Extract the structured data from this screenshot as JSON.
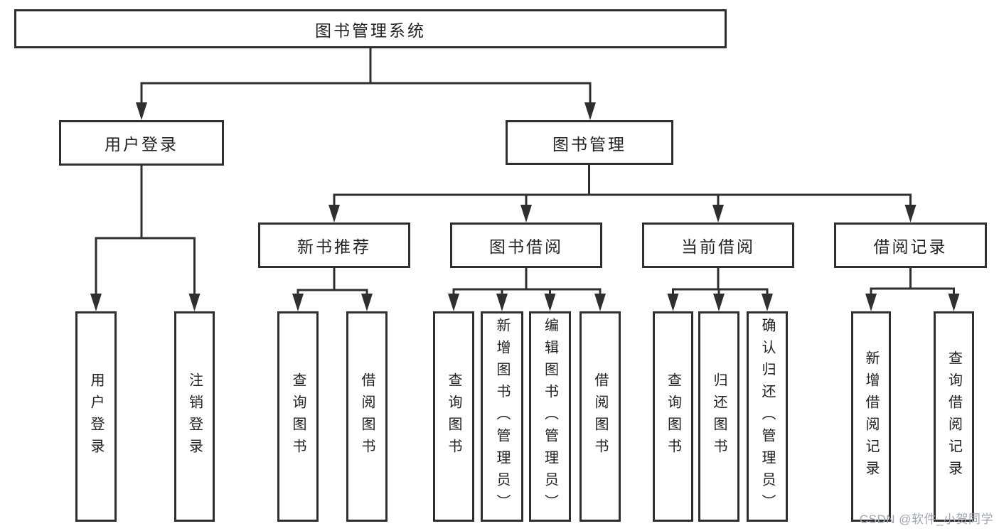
{
  "tree": {
    "root": "图书管理系统",
    "branches": [
      {
        "label": "用户登录",
        "children": [
          "用户登录",
          "注销登录"
        ]
      },
      {
        "label": "图书管理",
        "sections": [
          {
            "label": "新书推荐",
            "children": [
              "查询图书",
              "借阅图书"
            ]
          },
          {
            "label": "图书借阅",
            "children": [
              "查询图书",
              "新增图书（管理员）",
              "编辑图书（管理员）",
              "借阅图书"
            ]
          },
          {
            "label": "当前借阅",
            "children": [
              "查询图书",
              "归还图书",
              "确认归还（管理员）"
            ]
          },
          {
            "label": "借阅记录",
            "children": [
              "新增借阅记录",
              "查询借阅记录"
            ]
          }
        ]
      }
    ]
  },
  "watermark": "CSDN @软件_小贺同学",
  "colors": {
    "line": "#2f2f2f",
    "text": "#222222",
    "background": "#ffffff",
    "watermark": "#a0a6b0"
  }
}
